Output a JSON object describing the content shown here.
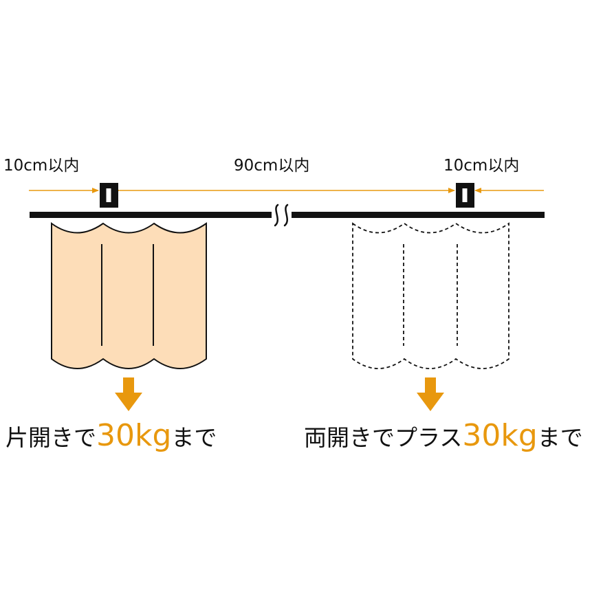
{
  "colors": {
    "accent": "#E8980E",
    "curtain_fill": "#FDDDB8",
    "rail": "#111111"
  },
  "dimensions": {
    "left_margin": "10cm以内",
    "middle_span": "90cm以内",
    "right_margin": "10cm以内"
  },
  "captions": {
    "left": {
      "prefix": "片開きで",
      "value": "30kg",
      "suffix": "まで"
    },
    "right": {
      "prefix": "両開きでプラス",
      "value": "30kg",
      "suffix": "まで"
    }
  },
  "icons": {
    "bracket": "bracket-icon",
    "arrow": "down-arrow-icon",
    "break_mark": "break-mark-icon"
  }
}
